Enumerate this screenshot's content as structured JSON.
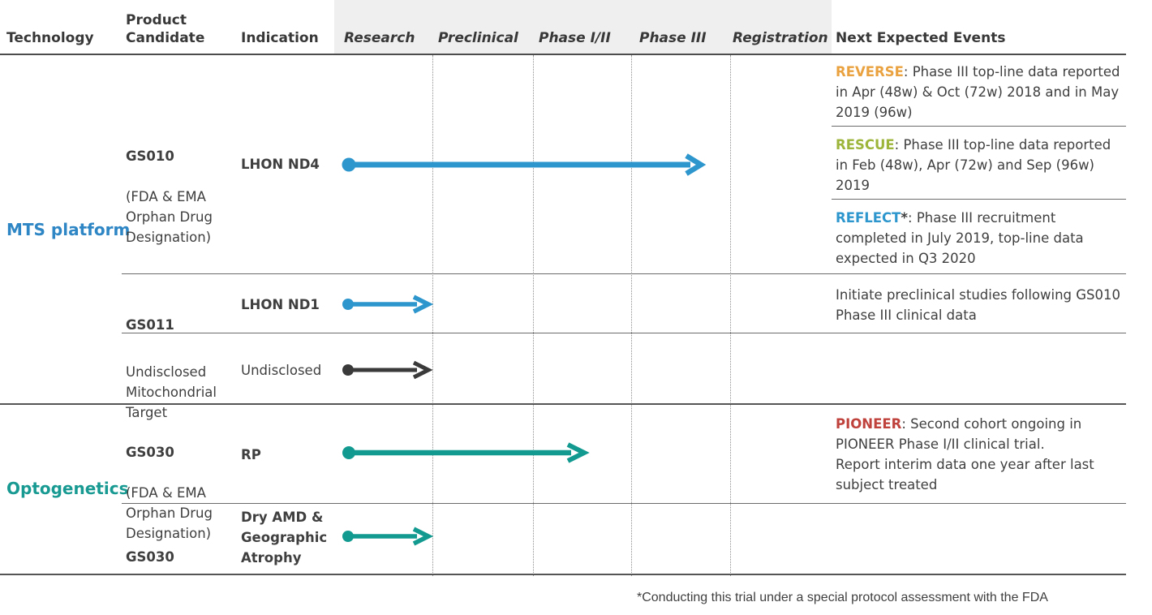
{
  "header": {
    "technology": "Technology",
    "product_candidate": "Product\nCandidate",
    "indication": "Indication",
    "phases": [
      "Research",
      "Preclinical",
      "Phase I/II",
      "Phase III",
      "Registration"
    ],
    "next_expected_events": "Next Expected Events"
  },
  "sections": [
    {
      "name": "MTS platform",
      "color": "#2e86c4"
    },
    {
      "name": "Optogenetics",
      "color": "#189a92"
    }
  ],
  "rows": [
    {
      "candidate": "GS010",
      "candidate_note": "(FDA & EMA Orphan Drug Designation)",
      "indication": "LHON ND4",
      "bar": {
        "start_phase": "Research",
        "end_phase": "Phase III",
        "color": "#2d96cd"
      },
      "events": [
        {
          "tag": "REVERSE",
          "tag_suffix": "",
          "tag_color": "#e9a23f",
          "text": ": Phase III top-line data reported in Apr (48w) & Oct (72w) 2018 and in May 2019 (96w)"
        },
        {
          "tag": "RESCUE",
          "tag_suffix": "",
          "tag_color": "#9cb53a",
          "text": ": Phase III top-line data reported in Feb (48w), Apr (72w) and Sep (96w) 2019"
        },
        {
          "tag": "REFLECT",
          "tag_suffix": "*",
          "tag_color": "#2d96cd",
          "text": ": Phase III recruitment completed in July 2019, top-line data expected in Q3 2020"
        }
      ]
    },
    {
      "candidate": "GS011",
      "candidate_note": "",
      "indication": "LHON ND1",
      "bar": {
        "start_phase": "Research",
        "end_phase": "Research",
        "color": "#2d96cd"
      },
      "events_plain": "Initiate preclinical studies following GS010 Phase III clinical data"
    },
    {
      "candidate": "Undisclosed Mitochondrial Target",
      "candidate_note": "",
      "indication": "Undisclosed",
      "bar": {
        "start_phase": "Research",
        "end_phase": "Research",
        "color": "#3a3a3a"
      },
      "events_plain": ""
    },
    {
      "candidate": "GS030",
      "candidate_note": "(FDA & EMA Orphan Drug Designation)",
      "indication": "RP",
      "bar": {
        "start_phase": "Research",
        "end_phase": "Phase I/II",
        "color": "#129a90"
      },
      "events": [
        {
          "tag": "PIONEER",
          "tag_suffix": "",
          "tag_color": "#c0423c",
          "text": ": Second cohort ongoing in PIONEER Phase I/II clinical trial.\nReport interim data one year after last subject treated"
        }
      ]
    },
    {
      "candidate": "GS030",
      "candidate_note": "",
      "indication": "Dry AMD & Geographic Atrophy",
      "bar": {
        "start_phase": "Research",
        "end_phase": "Research",
        "color": "#129a90"
      },
      "events_plain": ""
    }
  ],
  "footnote": "*Conducting this trial under a special protocol assessment with the FDA"
}
